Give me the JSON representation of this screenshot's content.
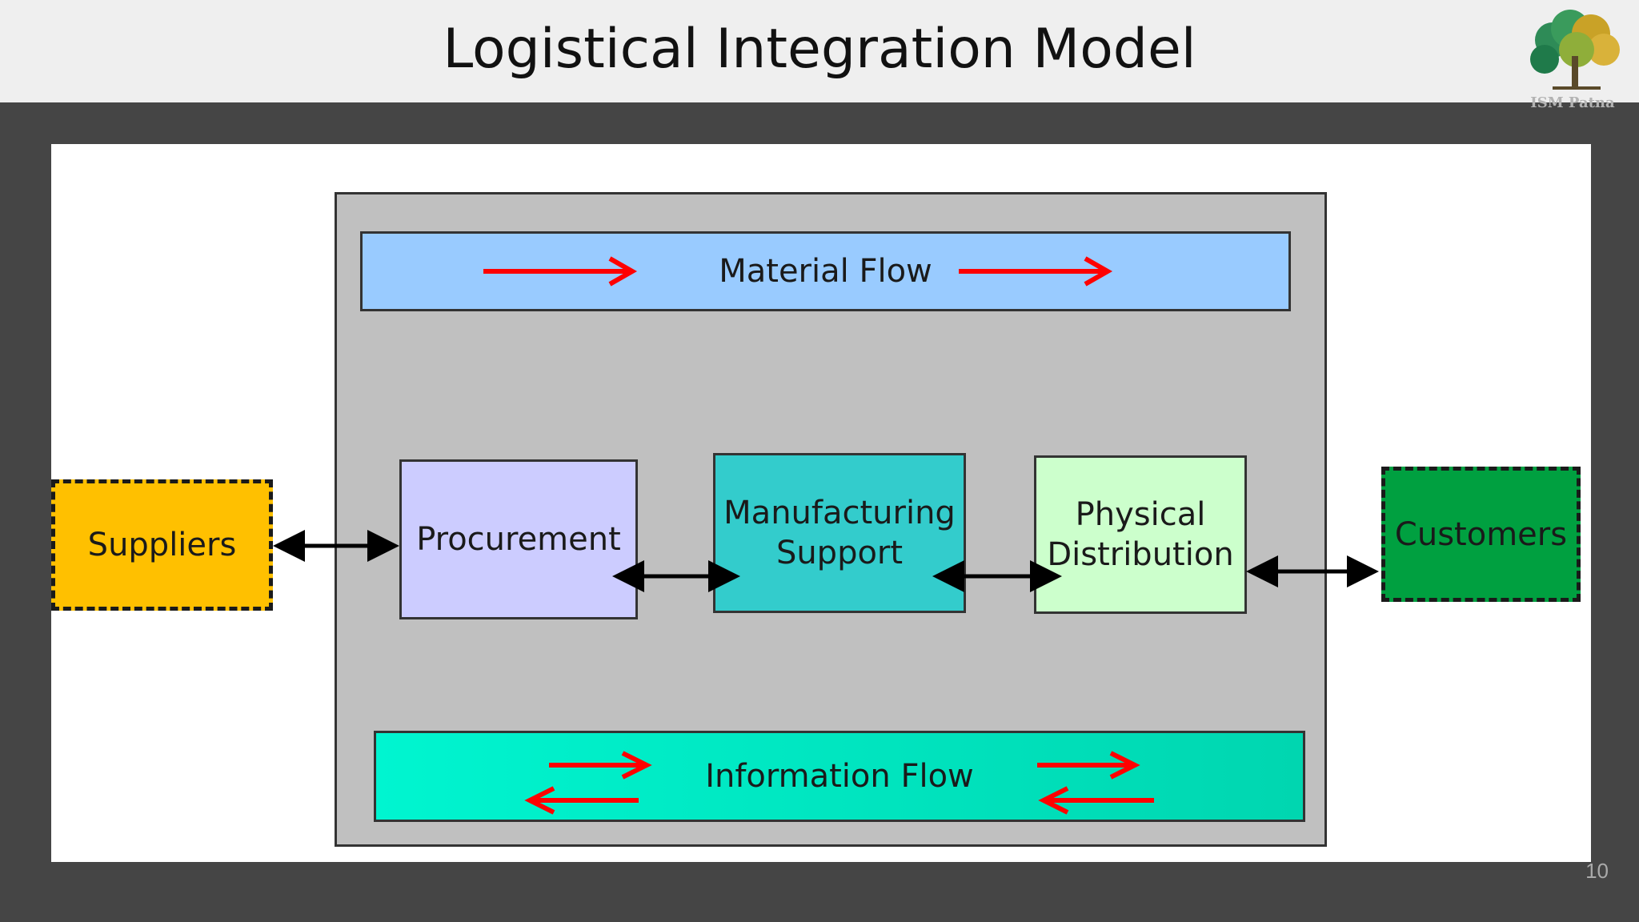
{
  "slide": {
    "title": "Logistical Integration Model",
    "page_number": "10",
    "logo_caption": "ISM Patna"
  },
  "diagram": {
    "material_flow": "Material Flow",
    "information_flow": "Information Flow",
    "procurement": "Procurement",
    "manufacturing_line1": "Manufacturing",
    "manufacturing_line2": "Support",
    "physical_line1": "Physical",
    "physical_line2": "Distribution",
    "suppliers": "Suppliers",
    "customers": "Customers"
  },
  "colors": {
    "flow_arrow": "#ff0000",
    "link_arrow": "#000000",
    "material_box": "#99cbff",
    "procurement_box": "#ccccff",
    "manufacturing_box": "#33cccc",
    "physical_box": "#ccffcc",
    "suppliers_box": "#ffc000",
    "customers_box": "#00a040"
  }
}
